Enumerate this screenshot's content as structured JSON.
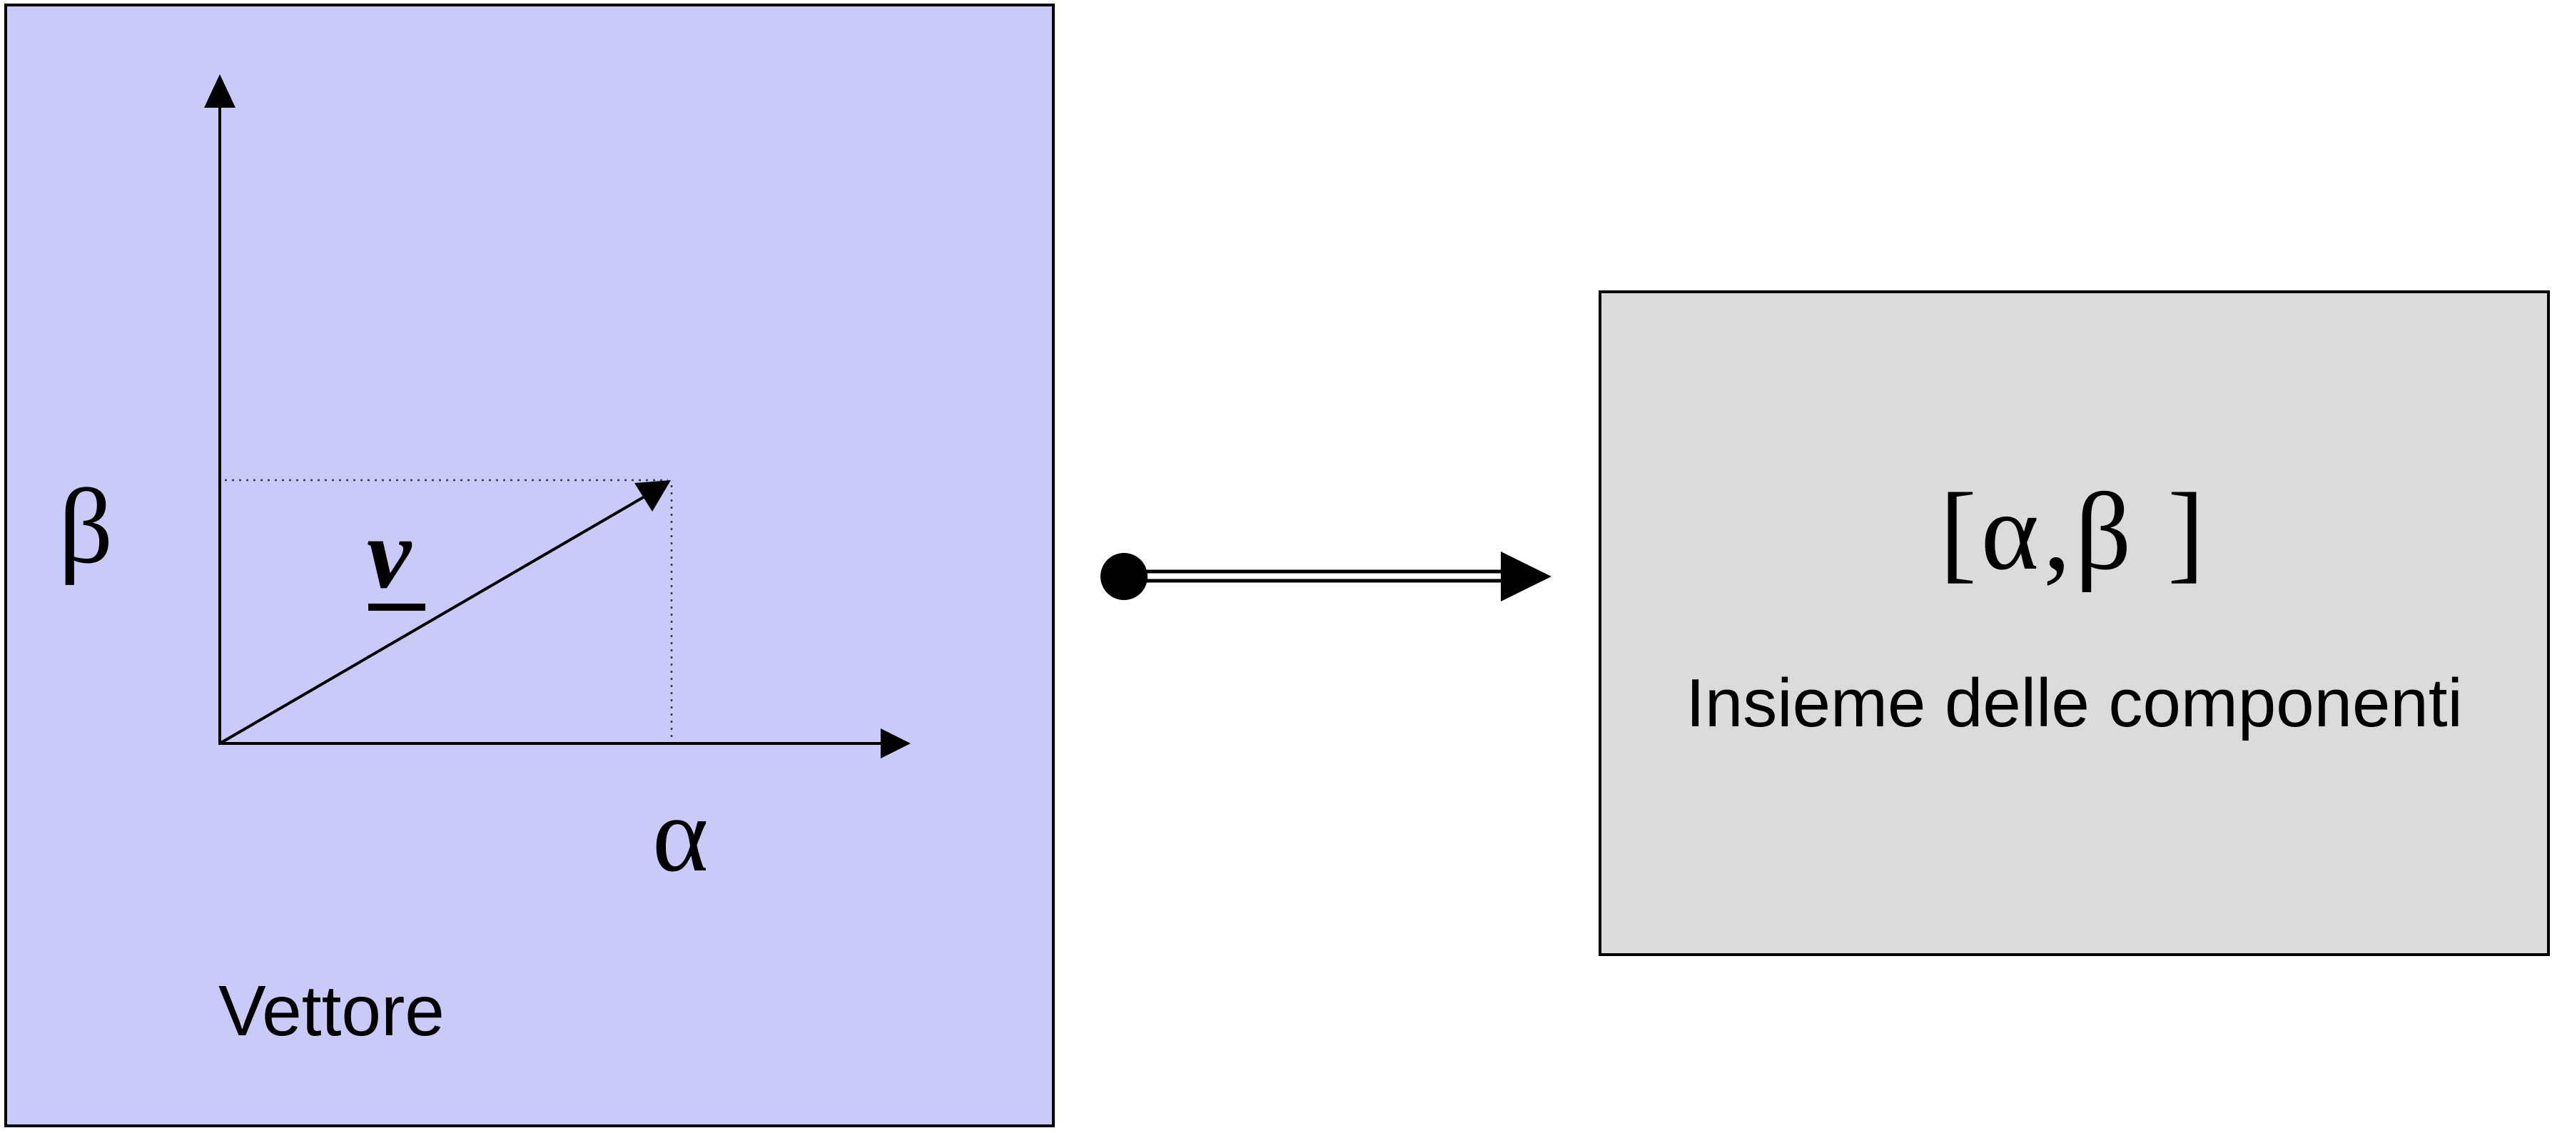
{
  "vector_panel": {
    "beta_axis_label": "β",
    "alpha_axis_label": "α",
    "vector_label": "v",
    "caption": "Vettore",
    "fill_color": "#CACAF9"
  },
  "components_panel": {
    "expression": "[α,β ]",
    "caption": "Insieme delle componenti",
    "fill_color": "#DBDBDB"
  },
  "colors": {
    "background": "#FFFFFF",
    "border": "#000000",
    "line": "#000000",
    "dotted_guide": "#3A3A3A"
  }
}
